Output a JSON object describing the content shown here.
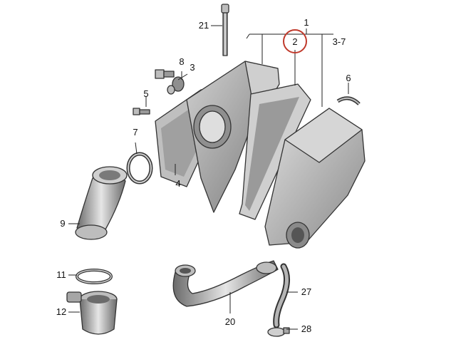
{
  "diagram": {
    "colors": {
      "part_light": "#d9d9d9",
      "part_mid": "#a6a6a6",
      "part_dark": "#6b6b6b",
      "outline": "#333333",
      "highlight_circle": "#c0392b"
    },
    "highlighted_callout": "2",
    "callouts": [
      {
        "id": "c1",
        "text": "1"
      },
      {
        "id": "c2",
        "text": "2"
      },
      {
        "id": "c3",
        "text": "3"
      },
      {
        "id": "c37",
        "text": "3-7"
      },
      {
        "id": "c4",
        "text": "4"
      },
      {
        "id": "c5",
        "text": "5"
      },
      {
        "id": "c6",
        "text": "6"
      },
      {
        "id": "c7",
        "text": "7"
      },
      {
        "id": "c8",
        "text": "8"
      },
      {
        "id": "c9",
        "text": "9"
      },
      {
        "id": "c11",
        "text": "11"
      },
      {
        "id": "c12",
        "text": "12"
      },
      {
        "id": "c20",
        "text": "20"
      },
      {
        "id": "c21",
        "text": "21"
      },
      {
        "id": "c27",
        "text": "27"
      },
      {
        "id": "c28",
        "text": "28"
      }
    ]
  }
}
